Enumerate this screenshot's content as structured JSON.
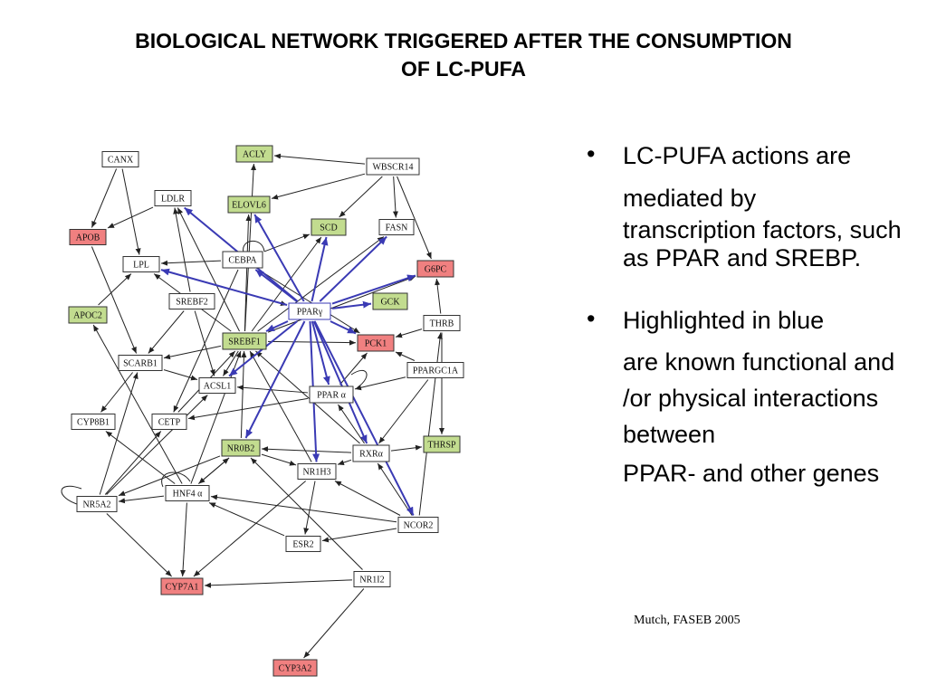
{
  "title": {
    "line1": "BIOLOGICAL NETWORK TRIGGERED AFTER THE CONSUMPTION",
    "line2": "OF LC-PUFA"
  },
  "network": {
    "colors": {
      "red": "#f08080",
      "green": "#c2dc8f",
      "white": "#ffffff",
      "blue_edge": "#3a3ab4",
      "edge": "#222222"
    },
    "nodes": [
      {
        "id": "CANX",
        "label": "CANX",
        "color": "white"
      },
      {
        "id": "ACLY",
        "label": "ACLY",
        "color": "green"
      },
      {
        "id": "WBSCR14",
        "label": "WBSCR14",
        "color": "white"
      },
      {
        "id": "LDLR",
        "label": "LDLR",
        "color": "white"
      },
      {
        "id": "ELOVL6",
        "label": "ELOVL6",
        "color": "green"
      },
      {
        "id": "APOB",
        "label": "APOB",
        "color": "red"
      },
      {
        "id": "SCD",
        "label": "SCD",
        "color": "green"
      },
      {
        "id": "FASN",
        "label": "FASN",
        "color": "white"
      },
      {
        "id": "LPL",
        "label": "LPL",
        "color": "white"
      },
      {
        "id": "CEBPA",
        "label": "CEBPA",
        "color": "white"
      },
      {
        "id": "G6PC",
        "label": "G6PC",
        "color": "red"
      },
      {
        "id": "SREBF2",
        "label": "SREBF2",
        "color": "white"
      },
      {
        "id": "PPARg",
        "label": "PPARγ",
        "color": "white"
      },
      {
        "id": "GCK",
        "label": "GCK",
        "color": "green"
      },
      {
        "id": "APOC2",
        "label": "APOC2",
        "color": "green"
      },
      {
        "id": "THRB",
        "label": "THRB",
        "color": "white"
      },
      {
        "id": "SREBF1",
        "label": "SREBF1",
        "color": "green"
      },
      {
        "id": "PCK1",
        "label": "PCK1",
        "color": "red"
      },
      {
        "id": "SCARB1",
        "label": "SCARB1",
        "color": "white"
      },
      {
        "id": "PPARGC1A",
        "label": "PPARGC1A",
        "color": "white"
      },
      {
        "id": "ACSL1",
        "label": "ACSL1",
        "color": "white"
      },
      {
        "id": "PPARa",
        "label": "PPAR α",
        "color": "white"
      },
      {
        "id": "CYP8B1",
        "label": "CYP8B1",
        "color": "white"
      },
      {
        "id": "CETP",
        "label": "CETP",
        "color": "white"
      },
      {
        "id": "NR0B2",
        "label": "NR0B2",
        "color": "green"
      },
      {
        "id": "RXRa",
        "label": "RXRα",
        "color": "white"
      },
      {
        "id": "THRSP",
        "label": "THRSP",
        "color": "green"
      },
      {
        "id": "NR1H3",
        "label": "NR1H3",
        "color": "white"
      },
      {
        "id": "HNF4a",
        "label": "HNF4 α",
        "color": "white"
      },
      {
        "id": "NR5A2",
        "label": "NR5A2",
        "color": "white"
      },
      {
        "id": "NCOR2",
        "label": "NCOR2",
        "color": "white"
      },
      {
        "id": "ESR2",
        "label": "ESR2",
        "color": "white"
      },
      {
        "id": "NR1I2",
        "label": "NR1I2",
        "color": "white"
      },
      {
        "id": "CYP7A1",
        "label": "CYP7A1",
        "color": "red"
      },
      {
        "id": "CYP3A2",
        "label": "CYP3A2",
        "color": "red"
      }
    ],
    "edges": [
      {
        "from": "WBSCR14",
        "to": "ACLY"
      },
      {
        "from": "WBSCR14",
        "to": "ELOVL6"
      },
      {
        "from": "WBSCR14",
        "to": "FASN"
      },
      {
        "from": "WBSCR14",
        "to": "G6PC"
      },
      {
        "from": "WBSCR14",
        "to": "SCD"
      },
      {
        "from": "CANX",
        "to": "APOB"
      },
      {
        "from": "CANX",
        "to": "LPL"
      },
      {
        "from": "LDLR",
        "to": "APOB"
      },
      {
        "from": "SREBF2",
        "to": "LDLR"
      },
      {
        "from": "SREBF2",
        "to": "SCARB1"
      },
      {
        "from": "SREBF2",
        "to": "ACSL1"
      },
      {
        "from": "SREBF1",
        "to": "ELOVL6"
      },
      {
        "from": "SREBF1",
        "to": "SCD"
      },
      {
        "from": "SREBF1",
        "to": "FASN"
      },
      {
        "from": "SREBF1",
        "to": "LDLR"
      },
      {
        "from": "SREBF1",
        "to": "LPL"
      },
      {
        "from": "SREBF1",
        "to": "ACLY"
      },
      {
        "from": "SREBF1",
        "to": "PCK1"
      },
      {
        "from": "SREBF1",
        "to": "SCARB1"
      },
      {
        "from": "SREBF1",
        "to": "ACSL1"
      },
      {
        "from": "SREBF1",
        "to": "G6PC"
      },
      {
        "from": "CEBPA",
        "to": "LPL"
      },
      {
        "from": "CEBPA",
        "to": "SCD"
      },
      {
        "from": "CEBPA",
        "to": "CETP"
      },
      {
        "from": "CEBPA",
        "to": "PCK1"
      },
      {
        "from": "APOC2",
        "to": "LPL"
      },
      {
        "from": "APOB",
        "to": "SCARB1"
      },
      {
        "from": "SCARB1",
        "to": "CYP8B1"
      },
      {
        "from": "SCARB1",
        "to": "ACSL1"
      },
      {
        "from": "THRB",
        "to": "G6PC"
      },
      {
        "from": "THRB",
        "to": "THRSP"
      },
      {
        "from": "THRB",
        "to": "PCK1"
      },
      {
        "from": "PPARGC1A",
        "to": "PCK1"
      },
      {
        "from": "PPARGC1A",
        "to": "PPARa"
      },
      {
        "from": "PPARGC1A",
        "to": "RXRa"
      },
      {
        "from": "PPARa",
        "to": "ACSL1"
      },
      {
        "from": "PPARa",
        "to": "CETP"
      },
      {
        "from": "PPARa",
        "to": "PCK1"
      },
      {
        "from": "RXRa",
        "to": "THRSP"
      },
      {
        "from": "RXRa",
        "to": "PPARa"
      },
      {
        "from": "RXRa",
        "to": "NR1H3"
      },
      {
        "from": "RXRa",
        "to": "SREBF1"
      },
      {
        "from": "RXRa",
        "to": "NR0B2"
      },
      {
        "from": "NR1H3",
        "to": "SREBF1"
      },
      {
        "from": "NR1H3",
        "to": "CYP7A1"
      },
      {
        "from": "NR1H3",
        "to": "ESR2"
      },
      {
        "from": "HNF4a",
        "to": "NR0B2"
      },
      {
        "from": "HNF4a",
        "to": "CYP7A1"
      },
      {
        "from": "HNF4a",
        "to": "CYP8B1"
      },
      {
        "from": "HNF4a",
        "to": "NR5A2"
      },
      {
        "from": "HNF4a",
        "to": "APOC2"
      },
      {
        "from": "HNF4a",
        "to": "SREBF1"
      },
      {
        "from": "NR0B2",
        "to": "NR5A2"
      },
      {
        "from": "NR0B2",
        "to": "HNF4a"
      },
      {
        "from": "NR0B2",
        "to": "NR1H3"
      },
      {
        "from": "NR0B2",
        "to": "SREBF1"
      },
      {
        "from": "NR5A2",
        "to": "CYP7A1"
      },
      {
        "from": "NR5A2",
        "to": "SCARB1"
      },
      {
        "from": "NR5A2",
        "to": "CETP"
      },
      {
        "from": "NR5A2",
        "to": "ACSL1"
      },
      {
        "from": "NCOR2",
        "to": "THRB"
      },
      {
        "from": "NCOR2",
        "to": "RXRa"
      },
      {
        "from": "NCOR2",
        "to": "NR1H3"
      },
      {
        "from": "NCOR2",
        "to": "HNF4a"
      },
      {
        "from": "NCOR2",
        "to": "ESR2"
      },
      {
        "from": "ESR2",
        "to": "HNF4a"
      },
      {
        "from": "NR1I2",
        "to": "CYP7A1"
      },
      {
        "from": "NR1I2",
        "to": "CYP3A2"
      },
      {
        "from": "NR1I2",
        "to": "NR0B2"
      },
      {
        "from": "LPL",
        "to": "PPARg"
      },
      {
        "from": "CETP",
        "to": "SREBF1"
      },
      {
        "from": "PPARg",
        "to": "LDLR",
        "type": "blue"
      },
      {
        "from": "PPARg",
        "to": "ELOVL6",
        "type": "blue"
      },
      {
        "from": "PPARg",
        "to": "SCD",
        "type": "blue"
      },
      {
        "from": "PPARg",
        "to": "FASN",
        "type": "blue"
      },
      {
        "from": "PPARg",
        "to": "G6PC",
        "type": "blue"
      },
      {
        "from": "PPARg",
        "to": "GCK",
        "type": "blue"
      },
      {
        "from": "PPARg",
        "to": "PCK1",
        "type": "blue"
      },
      {
        "from": "PPARg",
        "to": "LPL",
        "type": "blue"
      },
      {
        "from": "PPARg",
        "to": "CEBPA",
        "type": "blue"
      },
      {
        "from": "PPARg",
        "to": "SREBF1",
        "type": "blue"
      },
      {
        "from": "PPARg",
        "to": "ACSL1",
        "type": "blue"
      },
      {
        "from": "PPARg",
        "to": "NR0B2",
        "type": "blue"
      },
      {
        "from": "PPARg",
        "to": "NR1H3",
        "type": "blue"
      },
      {
        "from": "PPARg",
        "to": "PPARa",
        "type": "blue"
      },
      {
        "from": "PPARg",
        "to": "RXRa",
        "type": "blue"
      },
      {
        "from": "PPARg",
        "to": "NCOR2",
        "type": "blue"
      }
    ]
  },
  "bullets": [
    {
      "lines": [
        "LC-PUFA actions are",
        "mediated by",
        "transcription factors, such as PPAR and SREBP."
      ]
    },
    {
      "lines": [
        "Highlighted in blue",
        "are known functional and /or physical interactions between",
        "PPAR- and other genes"
      ]
    }
  ],
  "citation": "Mutch, FASEB 2005"
}
